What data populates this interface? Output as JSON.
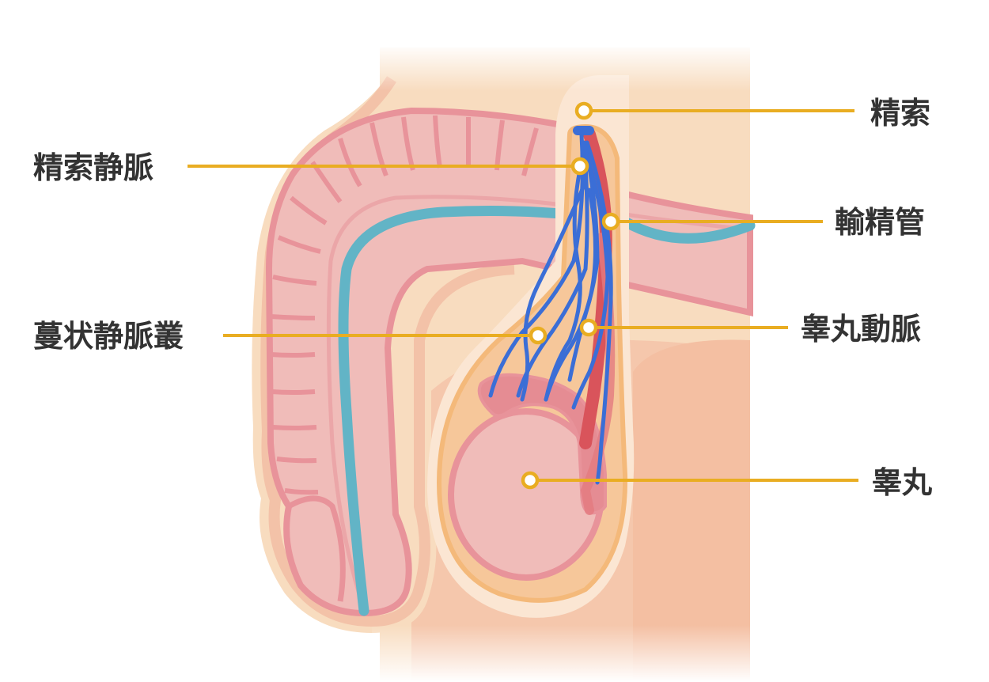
{
  "labels": {
    "spermatic_cord": "精索",
    "spermatic_cord_vein": "精索静脈",
    "vas_deferens": "輸精管",
    "pampiniform_plexus": "蔓状静脈叢",
    "testicular_artery": "睾丸動脈",
    "testis": "睾丸"
  },
  "colors": {
    "skin_light": "#f8dcbf",
    "skin_mid": "#f5c7ac",
    "skin_outline": "#f3c2a8",
    "flesh_pink": "#f0bcb9",
    "flesh_outline": "#e8939a",
    "urethra_blue": "#62b4c6",
    "vein_blue": "#3b6ed6",
    "artery_red": "#d9545b",
    "scrotum_layer": "#f4b97a",
    "leader_line": "#e9ad22"
  }
}
